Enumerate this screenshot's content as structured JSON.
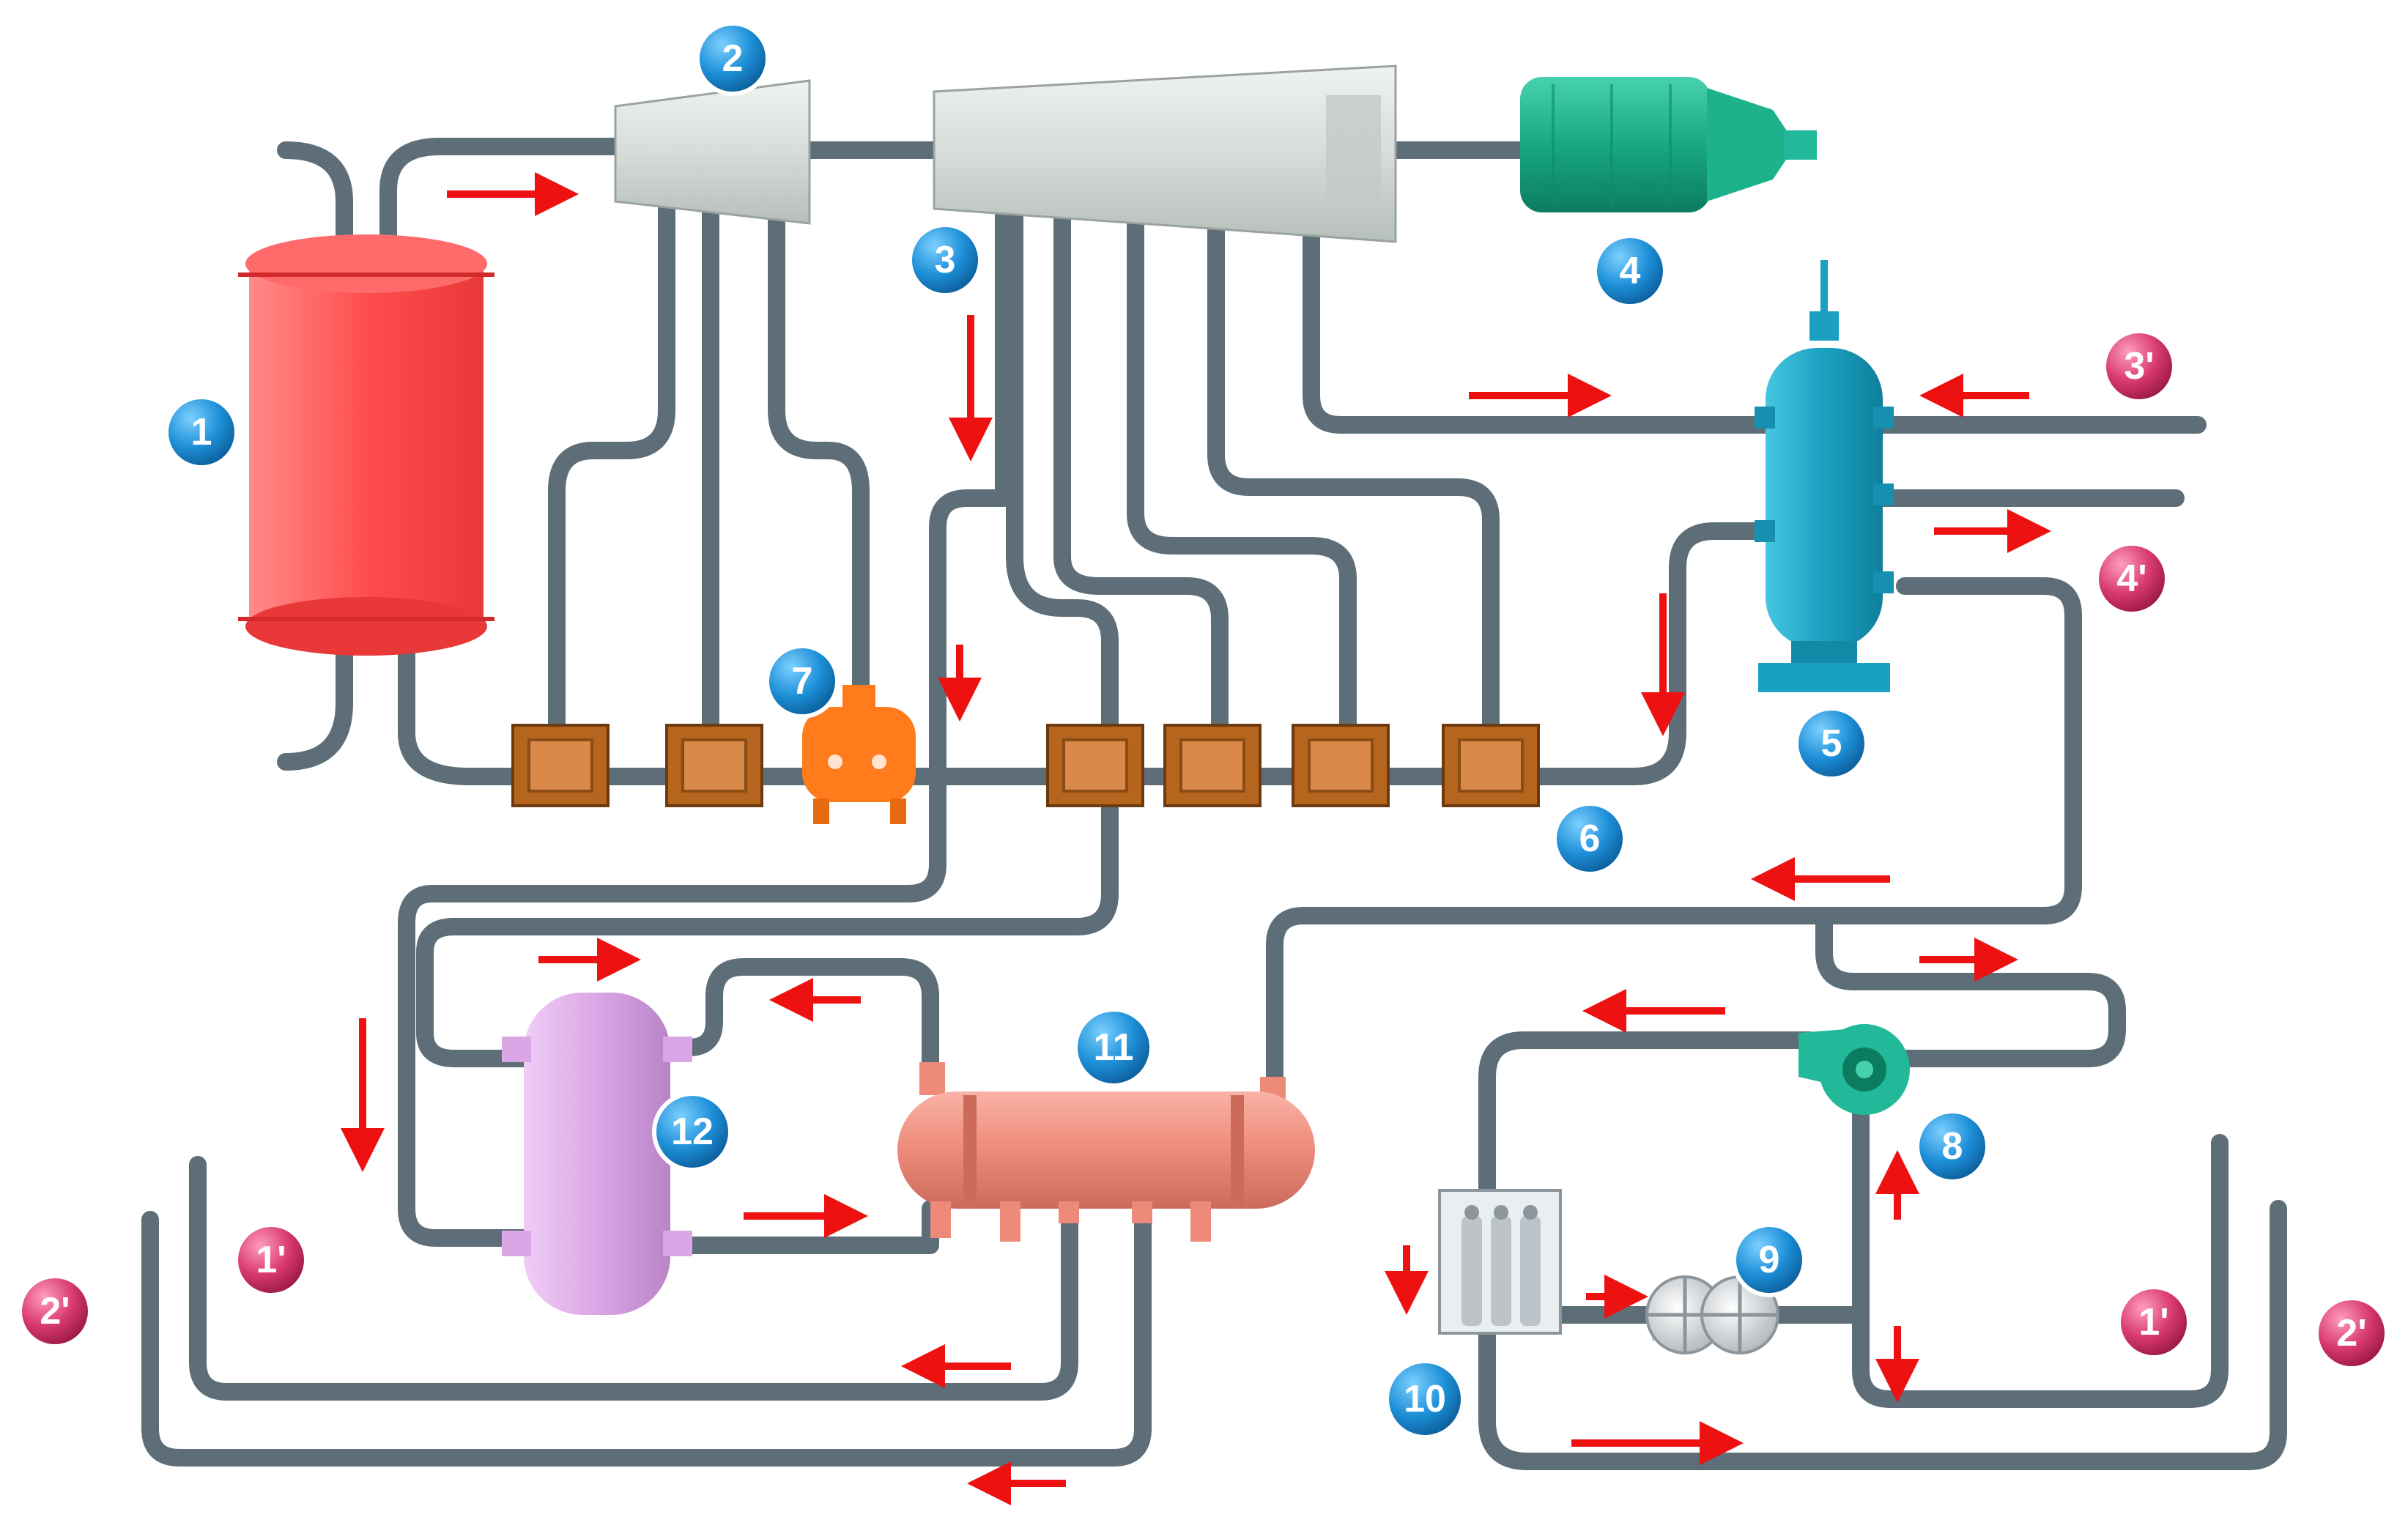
{
  "colors": {
    "pipe": "#5d6e78",
    "arrow": "#ee1111",
    "badge_blue": "#1e90d8",
    "badge_pink": "#d83a6e",
    "boiler": "#ff5252",
    "turbine": "#d6dcd8",
    "generator": "#18a884",
    "deaerator": "#1aa0c0",
    "heater": "#b5651d",
    "pump_orange": "#ff7b1c",
    "condenser": "#ee8a7a",
    "vessel_violet": "#dba6e6",
    "pump_green": "#22b89a",
    "unit_grey": "#cfd4d8"
  },
  "badges": [
    {
      "id": "1",
      "label": "1",
      "kind": "blue"
    },
    {
      "id": "2",
      "label": "2",
      "kind": "blue"
    },
    {
      "id": "3",
      "label": "3",
      "kind": "blue"
    },
    {
      "id": "4",
      "label": "4",
      "kind": "blue"
    },
    {
      "id": "5",
      "label": "5",
      "kind": "blue"
    },
    {
      "id": "6",
      "label": "6",
      "kind": "blue"
    },
    {
      "id": "7",
      "label": "7",
      "kind": "blue"
    },
    {
      "id": "8",
      "label": "8",
      "kind": "blue"
    },
    {
      "id": "9",
      "label": "9",
      "kind": "blue"
    },
    {
      "id": "10",
      "label": "10",
      "kind": "blue"
    },
    {
      "id": "11",
      "label": "11",
      "kind": "blue"
    },
    {
      "id": "12",
      "label": "12",
      "kind": "blue"
    },
    {
      "id": "1p-left",
      "label": "1'",
      "kind": "pink"
    },
    {
      "id": "2p-left",
      "label": "2'",
      "kind": "pink"
    },
    {
      "id": "3p",
      "label": "3'",
      "kind": "pink"
    },
    {
      "id": "4p",
      "label": "4'",
      "kind": "pink"
    },
    {
      "id": "1p-right",
      "label": "1'",
      "kind": "pink"
    },
    {
      "id": "2p-right",
      "label": "2'",
      "kind": "pink"
    }
  ]
}
